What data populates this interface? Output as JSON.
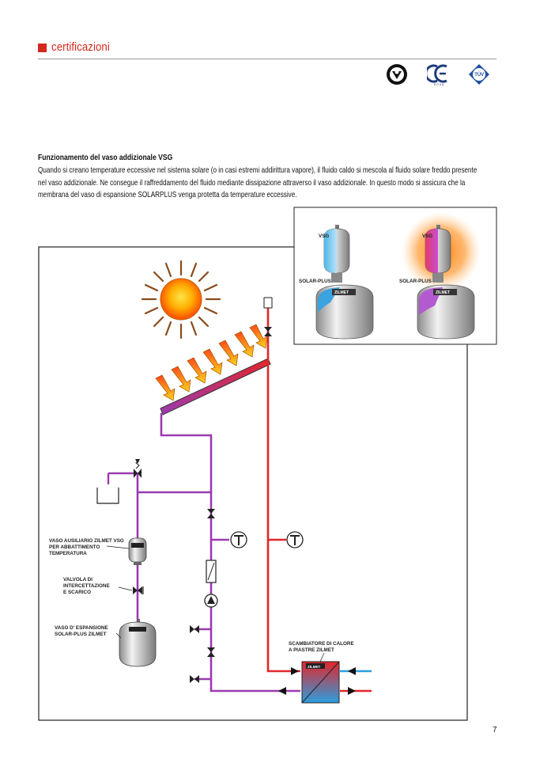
{
  "header": {
    "title": "certificazioni"
  },
  "section": {
    "heading": "Funzionamento del vaso addizionale VSG",
    "lines": [
      "Quando si creano temperature eccessive nel sistema solare (o in casi estremi addirittura vapore), il fluido caldo si mescola al fluido solare freddo presente",
      "nel vaso addizionale. Ne consegue il raffreddamento del fluido mediante dissipazione attraverso il vaso addizionale. In questo modo si assicura che la",
      "membrana del vaso di espansione SOLARPLUS venga protetta da temperature eccessive."
    ]
  },
  "inset": {
    "left_vsg": "VSG",
    "left_solar": "SOLAR-PLUS",
    "right_vsg": "VSG",
    "right_solar": "SOLAR-PLUS",
    "brand": "ZILMET"
  },
  "diagram": {
    "label_vsg": [
      "VASO AUSILIARIO ZILMET VSG",
      "PER ABBATTIMENTO",
      "TEMPERATURA"
    ],
    "label_valve": [
      "VALVOLA DI",
      "INTERCETTAZIONE",
      "E SCARICO"
    ],
    "label_tank": [
      "VASO D' ESPANSIONE",
      "SOLAR-PLUS ZILMET"
    ],
    "label_exchanger": [
      "SCAMBIATORE DI CALORE",
      "A PIASTRE ZILMET"
    ],
    "exchanger_brand": "ZILMET"
  },
  "certifications": [
    "certification-seal-icon",
    "ce-mark-icon",
    "tuv-mark-icon"
  ],
  "colors": {
    "accent": "#d3281c",
    "pipe_purple": "#9b3bb0",
    "pipe_red": "#e3262b",
    "pipe_blue": "#2b9ee0"
  },
  "page_number": "7"
}
